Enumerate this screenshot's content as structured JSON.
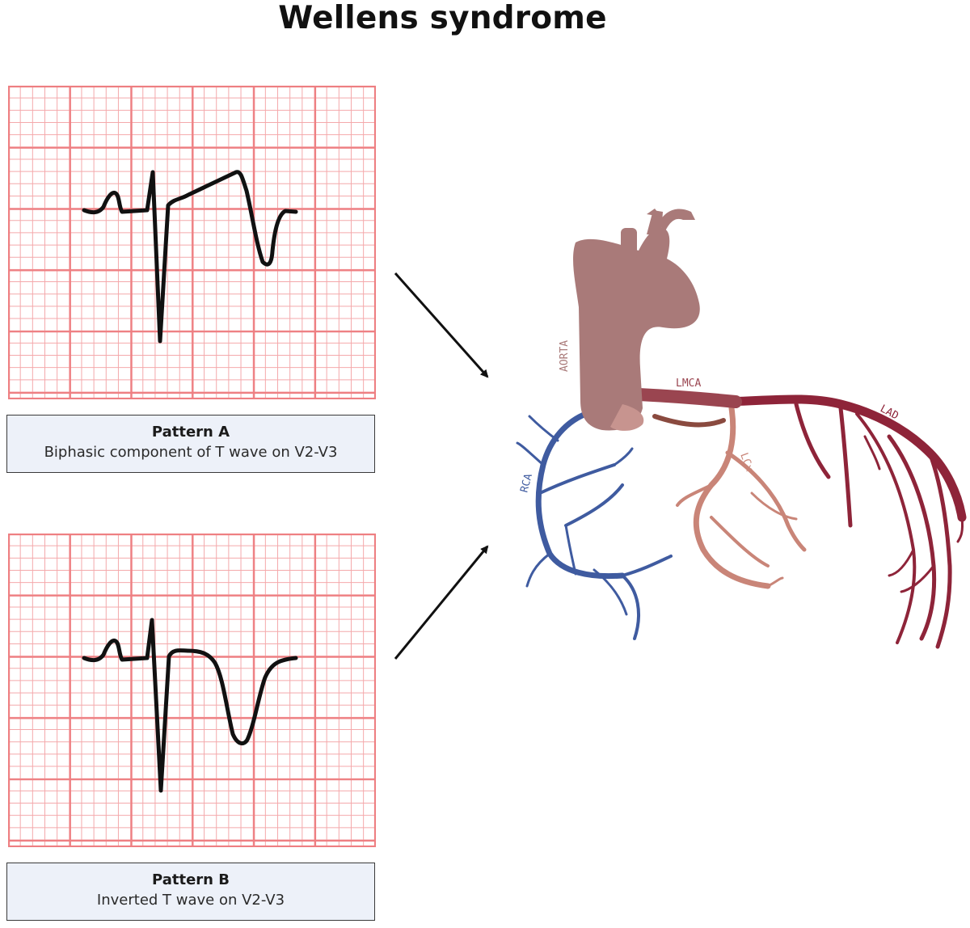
{
  "title": "Wellens syndrome",
  "pattern_a": {
    "title": "Pattern A",
    "description": "Biphasic component of T wave on V2-V3"
  },
  "pattern_b": {
    "title": "Pattern B",
    "description": "Inverted T wave on V2-V3"
  },
  "heart_labels": {
    "aorta": "AORTA",
    "lmca": "LMCA",
    "lad": "LAD",
    "lcx": "LCx",
    "rca": "RCA"
  },
  "colors": {
    "ecg_grid": "#ee7f82",
    "ecg_trace": "#111111",
    "aorta": "#a97a79",
    "lad": "#8e2439",
    "lcx": "#c98578",
    "rca": "#3f5ba0",
    "caption_bg": "#edf1f9"
  }
}
